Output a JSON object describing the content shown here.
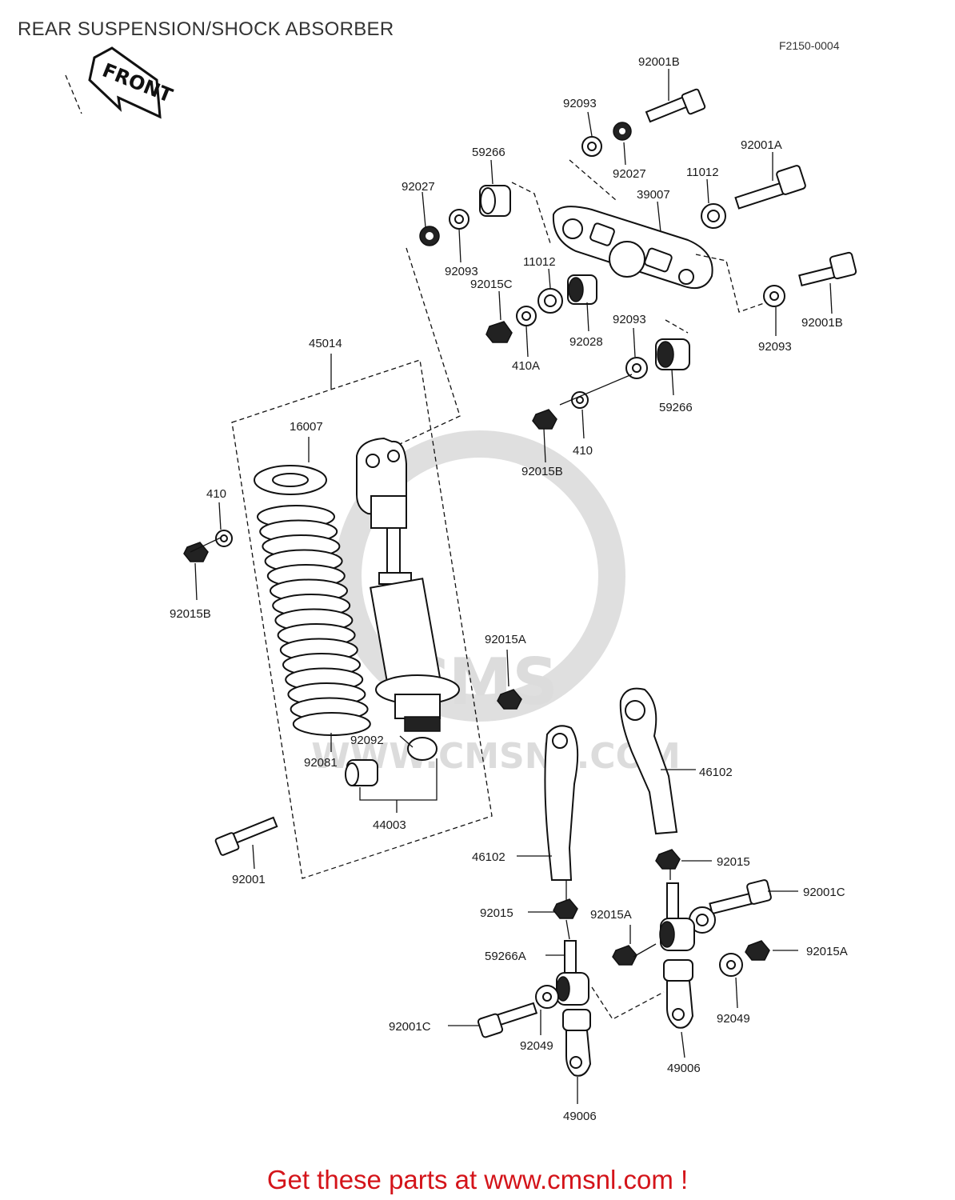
{
  "title": "REAR SUSPENSION/SHOCK ABSORBER",
  "figure_code": "F2150-0004",
  "front_label": "FRONT",
  "watermark": {
    "brand": "CMS",
    "site": "WWW.CMSNL.COM"
  },
  "promo": "Get these parts at www.cmsnl.com !",
  "labels": {
    "l_92001b_top": "92001B",
    "l_92093_top": "92093",
    "l_92027_top": "92027",
    "l_92001a": "92001A",
    "l_11012_right": "11012",
    "l_39007": "39007",
    "l_59266_top": "59266",
    "l_92027_left": "92027",
    "l_92093_left": "92093",
    "l_11012_mid": "11012",
    "l_92015c": "92015C",
    "l_410a": "410A",
    "l_92028": "92028",
    "l_92093_mid": "92093",
    "l_59266_mid": "59266",
    "l_92093_right": "92093",
    "l_92001b_right": "92001B",
    "l_410_mid": "410",
    "l_92015b_mid": "92015B",
    "l_45014": "45014",
    "l_16007": "16007",
    "l_410_left": "410",
    "l_92015b_left": "92015B",
    "l_92015a_mid": "92015A",
    "l_92092": "92092",
    "l_92081": "92081",
    "l_44003": "44003",
    "l_92001": "92001",
    "l_46102_right": "46102",
    "l_46102_left": "46102",
    "l_92015_right": "92015",
    "l_92001c_right": "92001C",
    "l_92015_left": "92015",
    "l_92015a_low": "92015A",
    "l_92015a_right": "92015A",
    "l_59266a": "59266A",
    "l_92049_right": "92049",
    "l_92001c_left": "92001C",
    "l_92049_left": "92049",
    "l_49006_right": "49006",
    "l_49006_bottom": "49006"
  }
}
